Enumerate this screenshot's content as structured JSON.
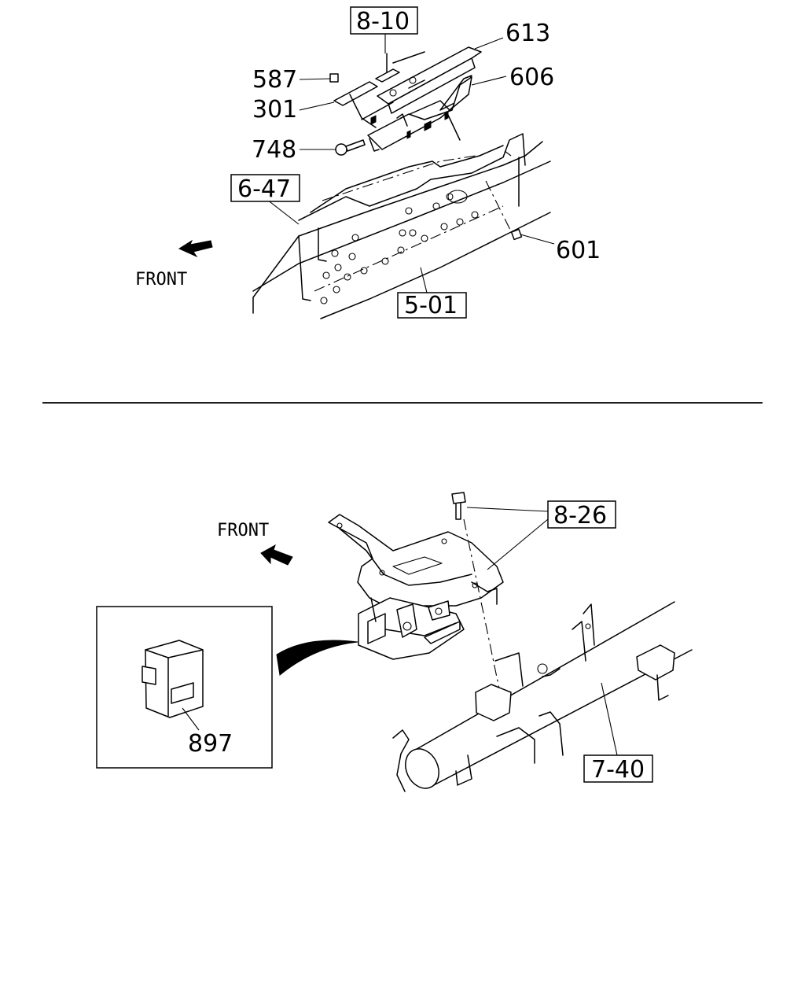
{
  "top_view": {
    "ref_labels": [
      "8-10",
      "6-47",
      "5-01"
    ],
    "part_numbers": [
      "613",
      "606",
      "587",
      "301",
      "748",
      "601"
    ],
    "direction_label": "FRONT"
  },
  "bottom_view": {
    "ref_labels": [
      "8-26",
      "7-40"
    ],
    "part_numbers": [
      "897"
    ],
    "direction_label": "FRONT"
  }
}
